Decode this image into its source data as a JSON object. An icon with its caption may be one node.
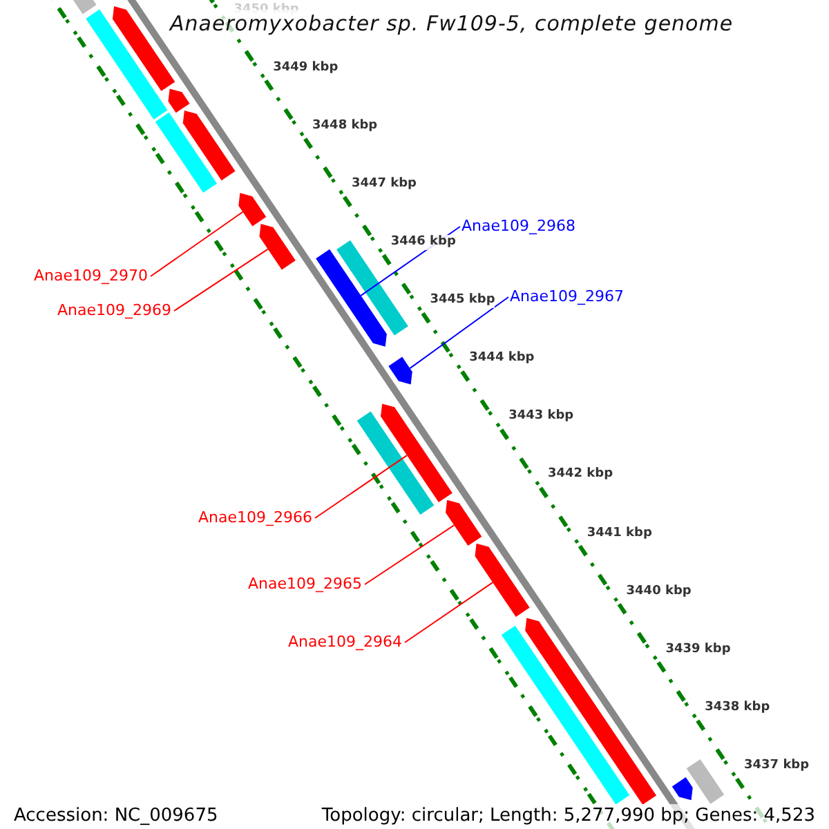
{
  "diagram": {
    "title": "Anaeromyxobacter sp. Fw109-5, complete genome",
    "nodes": [
      {
        "text": [
          "Anae109_2970"
        ]
      },
      {
        "text": [
          "Anae109_2969"
        ]
      },
      {
        "text": [
          "Anae109_2968"
        ]
      },
      {
        "text": [
          "Anae109_2967"
        ]
      },
      {
        "text": [
          "Anae109_2966"
        ]
      },
      {
        "text": [
          "Anae109_2965"
        ]
      },
      {
        "text": [
          "Anae109_2964"
        ]
      },
      {
        "text": [],
        "shape": "bar"
      },
      {
        "text": [],
        "shape": "bar"
      },
      {
        "text": [],
        "shape": "bar"
      },
      {
        "text": [],
        "shape": "bar"
      },
      {
        "text": [],
        "shape": "bar"
      },
      {
        "text": [],
        "shape": "bar"
      },
      {
        "text": [],
        "shape": "bar"
      },
      {
        "text": [],
        "shape": "bar"
      },
      {
        "text": [],
        "shape": "bar"
      },
      {
        "text": [],
        "shape": "bar"
      },
      {
        "text": [],
        "shape": "bar"
      },
      {
        "text": [],
        "shape": "bar"
      },
      {
        "text": [],
        "shape": "bar"
      },
      {
        "text": [],
        "shape": "bar"
      },
      {
        "text": [],
        "shape": "bar"
      },
      {
        "text": [],
        "shape": "bar"
      },
      {
        "text": [],
        "shape": "bar"
      },
      {
        "text": [],
        "shape": "bar"
      },
      {
        "text": [],
        "shape": "bar"
      }
    ],
    "edges": [
      {
        "from": 0,
        "to": 7,
        "arrow": "none"
      },
      {
        "from": 1,
        "to": 8,
        "arrow": "none"
      },
      {
        "from": 2,
        "to": 9,
        "arrow": "none",
        "color": "#0000ff"
      },
      {
        "from": 3,
        "to": 10,
        "arrow": "none",
        "color": "#0000ff"
      },
      {
        "from": 4,
        "to": 11,
        "arrow": "none"
      },
      {
        "from": 5,
        "to": 12,
        "arrow": "none"
      },
      {
        "from": 6,
        "to": 13,
        "arrow": "none"
      }
    ],
    "labels": [
      "3450 kbp",
      "3449 kbp",
      "3448 kbp",
      "3447 kbp",
      "3446 kbp",
      "3445 kbp",
      "3444 kbp",
      "3443 kbp",
      "3442 kbp",
      "3441 kbp",
      "3440 kbp",
      "3439 kbp",
      "3438 kbp",
      "3437 kbp",
      "Accession: NC_009675",
      "Topology: circular; Length: 5,277,990 bp; Genes: 4,523"
    ]
  }
}
